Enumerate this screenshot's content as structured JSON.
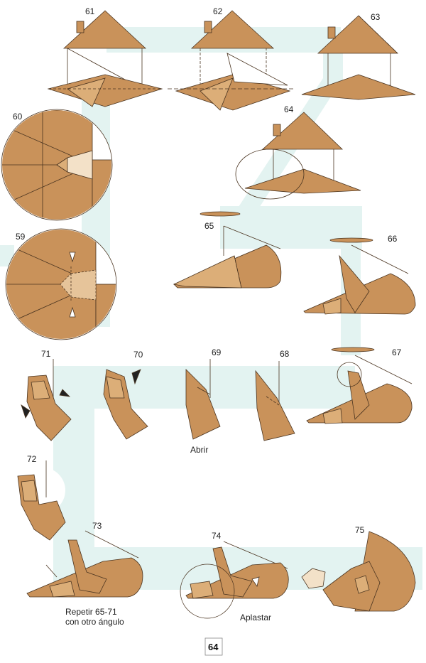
{
  "steps": {
    "s59": "59",
    "s60": "60",
    "s61": "61",
    "s62": "62",
    "s63": "63",
    "s64": "64",
    "s65": "65",
    "s66": "66",
    "s67": "67",
    "s68": "68",
    "s69": "69",
    "s70": "70",
    "s71": "71",
    "s72": "72",
    "s73": "73",
    "s74": "74",
    "s75": "75"
  },
  "captions": {
    "abrir": "Abrir",
    "repeat_line1": "Repetir 65-71",
    "repeat_line2": "con otro ángulo",
    "aplastar": "Aplastar"
  },
  "page_number": "64",
  "colors": {
    "paper": "#c9925a",
    "paper_light": "#dcae78",
    "paper_dark": "#a8713f",
    "path": "#e3f3f1",
    "line": "#4a3420",
    "bg": "#ffffff"
  }
}
